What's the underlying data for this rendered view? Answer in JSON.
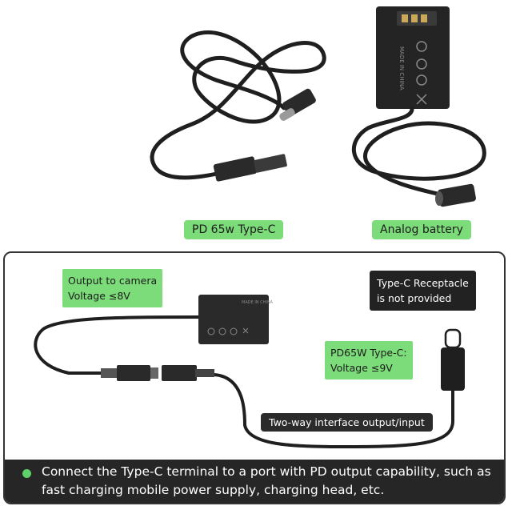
{
  "top_labels": {
    "left": "PD 65w Type-C",
    "right": "Analog battery"
  },
  "diagram": {
    "output_note_line1": "Output to camera",
    "output_note_line2": "Voltage ≤8V",
    "receptacle_note_line1": "Type-C Receptacle",
    "receptacle_note_line2": "is not provided",
    "pd_note_line1": "PD65W Type-C:",
    "pd_note_line2": "Voltage ≤9V",
    "interface_label": "Two-way interface output/input"
  },
  "battery_marks": {
    "made_in": "MADE IN CHINA"
  },
  "footer": {
    "text": "Connect the Type-C terminal to a port with PD output capability, such as fast charging mobile power supply, charging head, etc."
  },
  "colors": {
    "accent_green": "#7ddc7a",
    "dark": "#262626"
  }
}
